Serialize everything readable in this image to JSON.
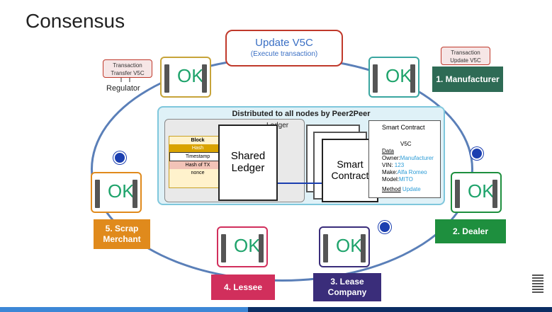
{
  "title": "Consensus",
  "update_box": {
    "line1": "Update V5C",
    "line2": "(Execute transaction)"
  },
  "tx_left": {
    "line1": "Transaction",
    "line2": "Transfer V5C"
  },
  "tx_right": {
    "line1": "Transaction",
    "line2": "Update V5C"
  },
  "regulator_label": "Regulator",
  "ok_text": "OK",
  "parties": {
    "manufacturer": "1. Manufacturer",
    "dealer": "2. Dealer",
    "lease_company": "3. Lease Company",
    "lessee": "4. Lessee",
    "scrap_merchant": "5. Scrap Merchant"
  },
  "colors": {
    "manufacturer": "#2e6b55",
    "dealer": "#1e8f3e",
    "lease_company": "#3a2d7a",
    "lessee": "#d12f5c",
    "scrap_merchant": "#e08a1c",
    "ring": "#5a7fb8",
    "ok": "#1ea36b"
  },
  "panel": {
    "header": "Distributed to all nodes by Peer2Peer",
    "ledger_tab": "Ledger",
    "block": [
      "Block",
      "Hash",
      "Timestamp",
      "Hash of TX",
      "nonce"
    ],
    "shared_ledger": [
      "Shared",
      "Ledger"
    ],
    "smart_contract": [
      "Smart",
      "Contract"
    ],
    "sc_card_title": "Smart Contract",
    "sc_fields": {
      "head": "V5C",
      "data": "Data",
      "owner_k": "Owner:",
      "owner_v": "Manufacturer",
      "vin_k": "VIN:",
      "vin_v": "123",
      "make_k": "Make:",
      "make_v": "Alfa Romeo",
      "model_k": "Model:",
      "model_v": "MITO",
      "method_k": "Method",
      "method_v": "Update"
    }
  }
}
